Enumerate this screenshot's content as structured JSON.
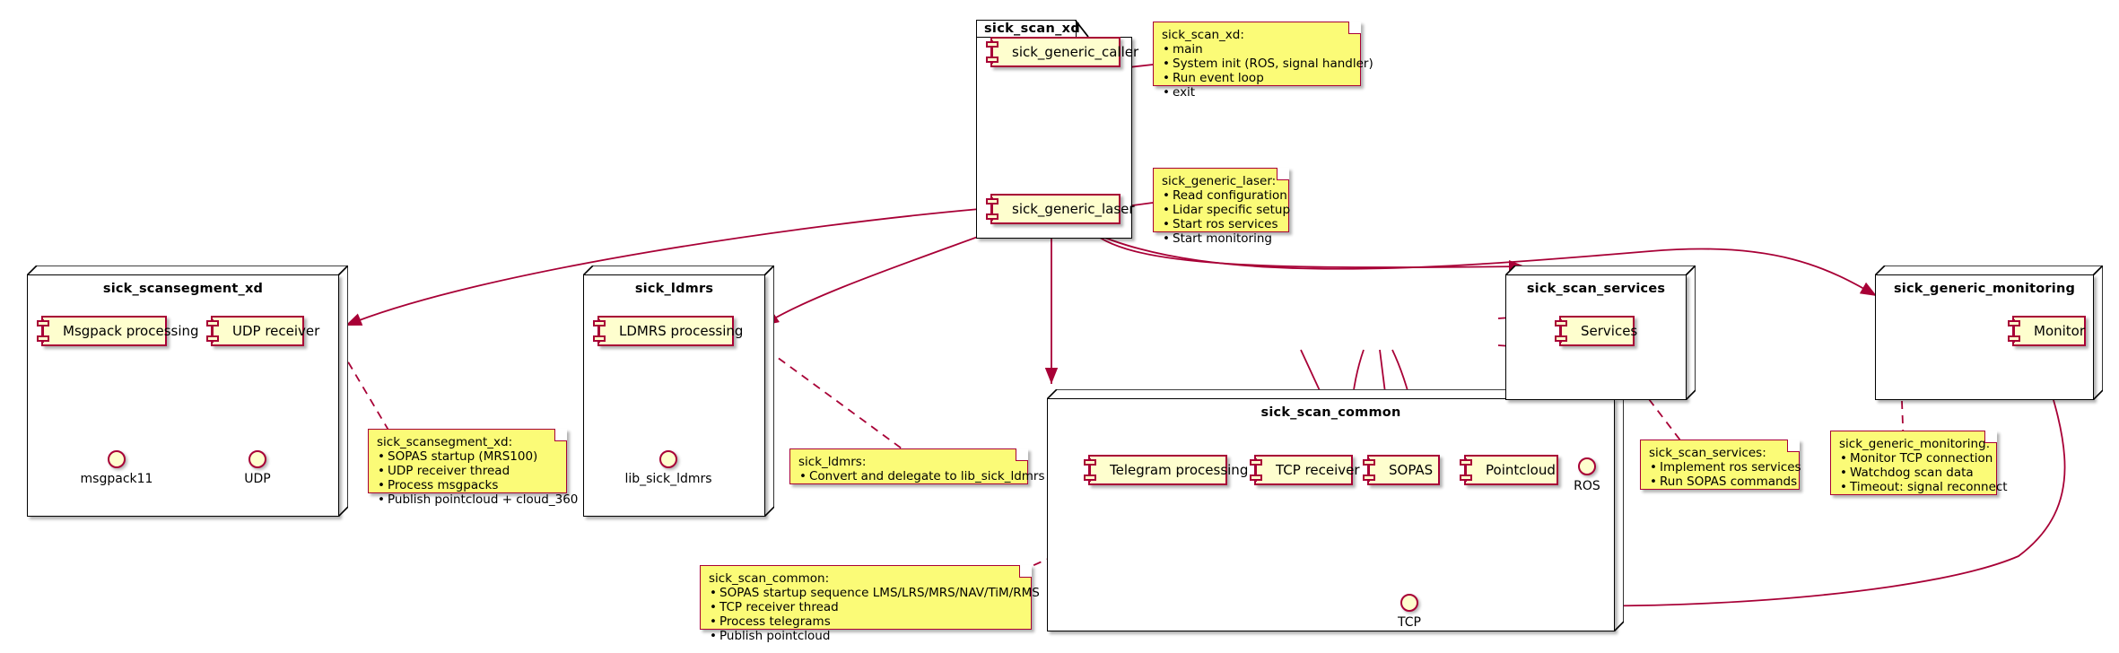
{
  "diagram": {
    "title": "sick_scan_xd architecture component diagram",
    "colors": {
      "component_fill": "#FEFECE",
      "component_border": "#A80036",
      "note_fill": "#FBFB77",
      "node_border": "#000000",
      "edge": "#A80036",
      "background": "#FFFFFF"
    }
  },
  "package": {
    "name": "sick_scan_xd",
    "components": [
      {
        "label": "sick_generic_caller"
      },
      {
        "label": "sick_generic_laser"
      }
    ]
  },
  "nodes": [
    {
      "id": "sick_scansegment_xd",
      "title": "sick_scansegment_xd",
      "components": [
        {
          "label": "Msgpack processing"
        },
        {
          "label": "UDP receiver"
        }
      ],
      "interfaces": [
        {
          "label": "msgpack11"
        },
        {
          "label": "UDP"
        }
      ]
    },
    {
      "id": "sick_ldmrs",
      "title": "sick_ldmrs",
      "components": [
        {
          "label": "LDMRS processing"
        }
      ],
      "interfaces": [
        {
          "label": "lib_sick_ldmrs"
        }
      ]
    },
    {
      "id": "sick_scan_common",
      "title": "sick_scan_common",
      "components": [
        {
          "label": "Telegram processing"
        },
        {
          "label": "TCP receiver"
        },
        {
          "label": "SOPAS"
        },
        {
          "label": "Pointcloud"
        }
      ],
      "interfaces": [
        {
          "label": "ROS"
        },
        {
          "label": "TCP"
        }
      ]
    },
    {
      "id": "sick_scan_services",
      "title": "sick_scan_services",
      "components": [
        {
          "label": "Services"
        }
      ],
      "interfaces": []
    },
    {
      "id": "sick_generic_monitoring",
      "title": "sick_generic_monitoring",
      "components": [
        {
          "label": "Monitor"
        }
      ],
      "interfaces": []
    }
  ],
  "notes": [
    {
      "id": "note_sick_scan_xd",
      "header": "sick_scan_xd:",
      "items": [
        "main",
        "System init (ROS, signal handler)",
        "Run event loop",
        "exit"
      ]
    },
    {
      "id": "note_sick_generic_laser",
      "header": "sick_generic_laser:",
      "items": [
        "Read configuration",
        "Lidar specific setup",
        "Start ros services",
        "Start monitoring"
      ]
    },
    {
      "id": "note_sick_scansegment_xd",
      "header": "sick_scansegment_xd:",
      "items": [
        "SOPAS startup (MRS100)",
        "UDP receiver thread",
        "Process msgpacks",
        "Publish pointcloud + cloud_360"
      ]
    },
    {
      "id": "note_sick_ldmrs",
      "header": "sick_ldmrs:",
      "items": [
        "Convert and delegate to lib_sick_ldmrs"
      ]
    },
    {
      "id": "note_sick_scan_common",
      "header": "sick_scan_common:",
      "items": [
        "SOPAS startup sequence LMS/LRS/MRS/NAV/TiM/RMS",
        "TCP receiver thread",
        "Process telegrams",
        "Publish pointcloud"
      ]
    },
    {
      "id": "note_sick_scan_services",
      "header": "sick_scan_services:",
      "items": [
        "Implement ros services",
        "Run SOPAS commands"
      ]
    },
    {
      "id": "note_sick_generic_monitoring",
      "header": "sick_generic_monitoring:",
      "items": [
        "Monitor TCP connection",
        "Watchdog scan data",
        "Timeout: signal reconnect"
      ]
    }
  ]
}
